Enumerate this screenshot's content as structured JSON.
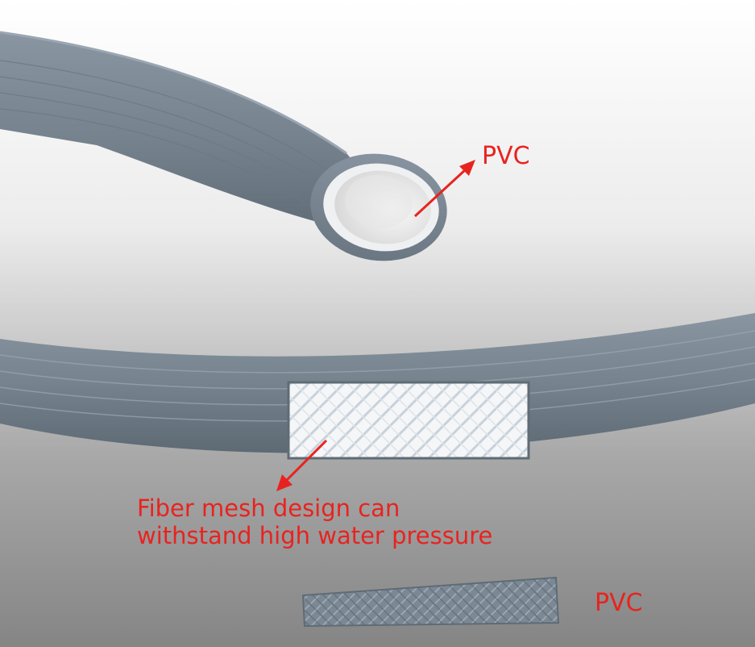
{
  "labels": {
    "pvc_top": "PVC",
    "fiber_line1": "Fiber mesh design can",
    "fiber_line2": "withstand high water pressure",
    "pvc_bottom": "PVC"
  },
  "colors": {
    "background_top": "#ffffff",
    "background_bottom": "#8c8c8c",
    "hose_gray": "#7f8c97",
    "hose_dark": "#5f6b75",
    "annotation_red": "#e8231f",
    "inner_white": "#f2f2f2"
  }
}
